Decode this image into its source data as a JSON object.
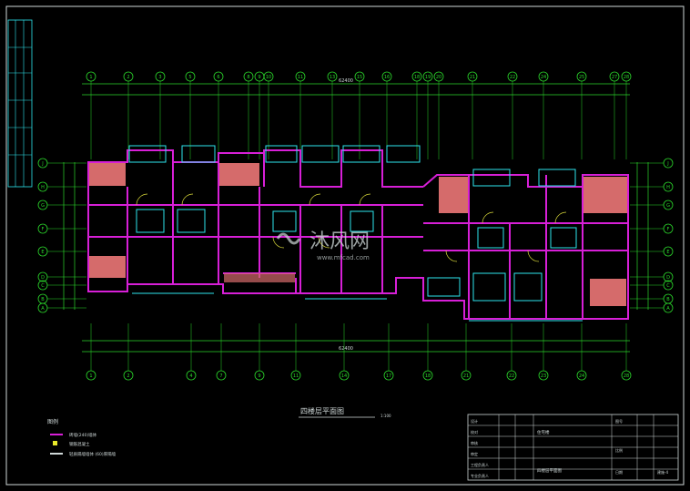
{
  "drawing": {
    "title": "四楼层平面图",
    "scale": "1:100",
    "watermark_brand": "沐风网",
    "watermark_url": "www.mfcad.com"
  },
  "grid_axes_top": [
    "1",
    "2",
    "3",
    "5",
    "6",
    "8",
    "9",
    "10",
    "11",
    "13",
    "15",
    "16",
    "18",
    "19",
    "20",
    "21",
    "22",
    "24",
    "25",
    "27",
    "28"
  ],
  "grid_axes_bottom": [
    "1",
    "2",
    "4",
    "7",
    "9",
    "11",
    "14",
    "17",
    "18",
    "21",
    "22",
    "23",
    "24",
    "28"
  ],
  "grid_axes_side": [
    "J",
    "H",
    "G",
    "F",
    "E",
    "D",
    "C",
    "B",
    "A"
  ],
  "overall_dimension": "62400",
  "legend": {
    "title": "图例",
    "items": [
      "砖墙(240)墙体",
      "钢筋混凝土",
      "轻质隔墙墙体 (60)厚隔墙"
    ]
  },
  "title_block": {
    "rows": [
      "设计",
      "校对",
      "审核",
      "审定",
      "工程负责人",
      "专业负责人"
    ],
    "col2": [
      "图号",
      "比例",
      "日期"
    ],
    "name_cell": "四楼层平面图",
    "project": "住宅楼",
    "sheet": "建施-4"
  },
  "colors": {
    "background": "#000000",
    "axis": "#2bd62b",
    "wall": "#d71fd7",
    "window": "#2ee6ee",
    "text": "#cfd8d8"
  }
}
